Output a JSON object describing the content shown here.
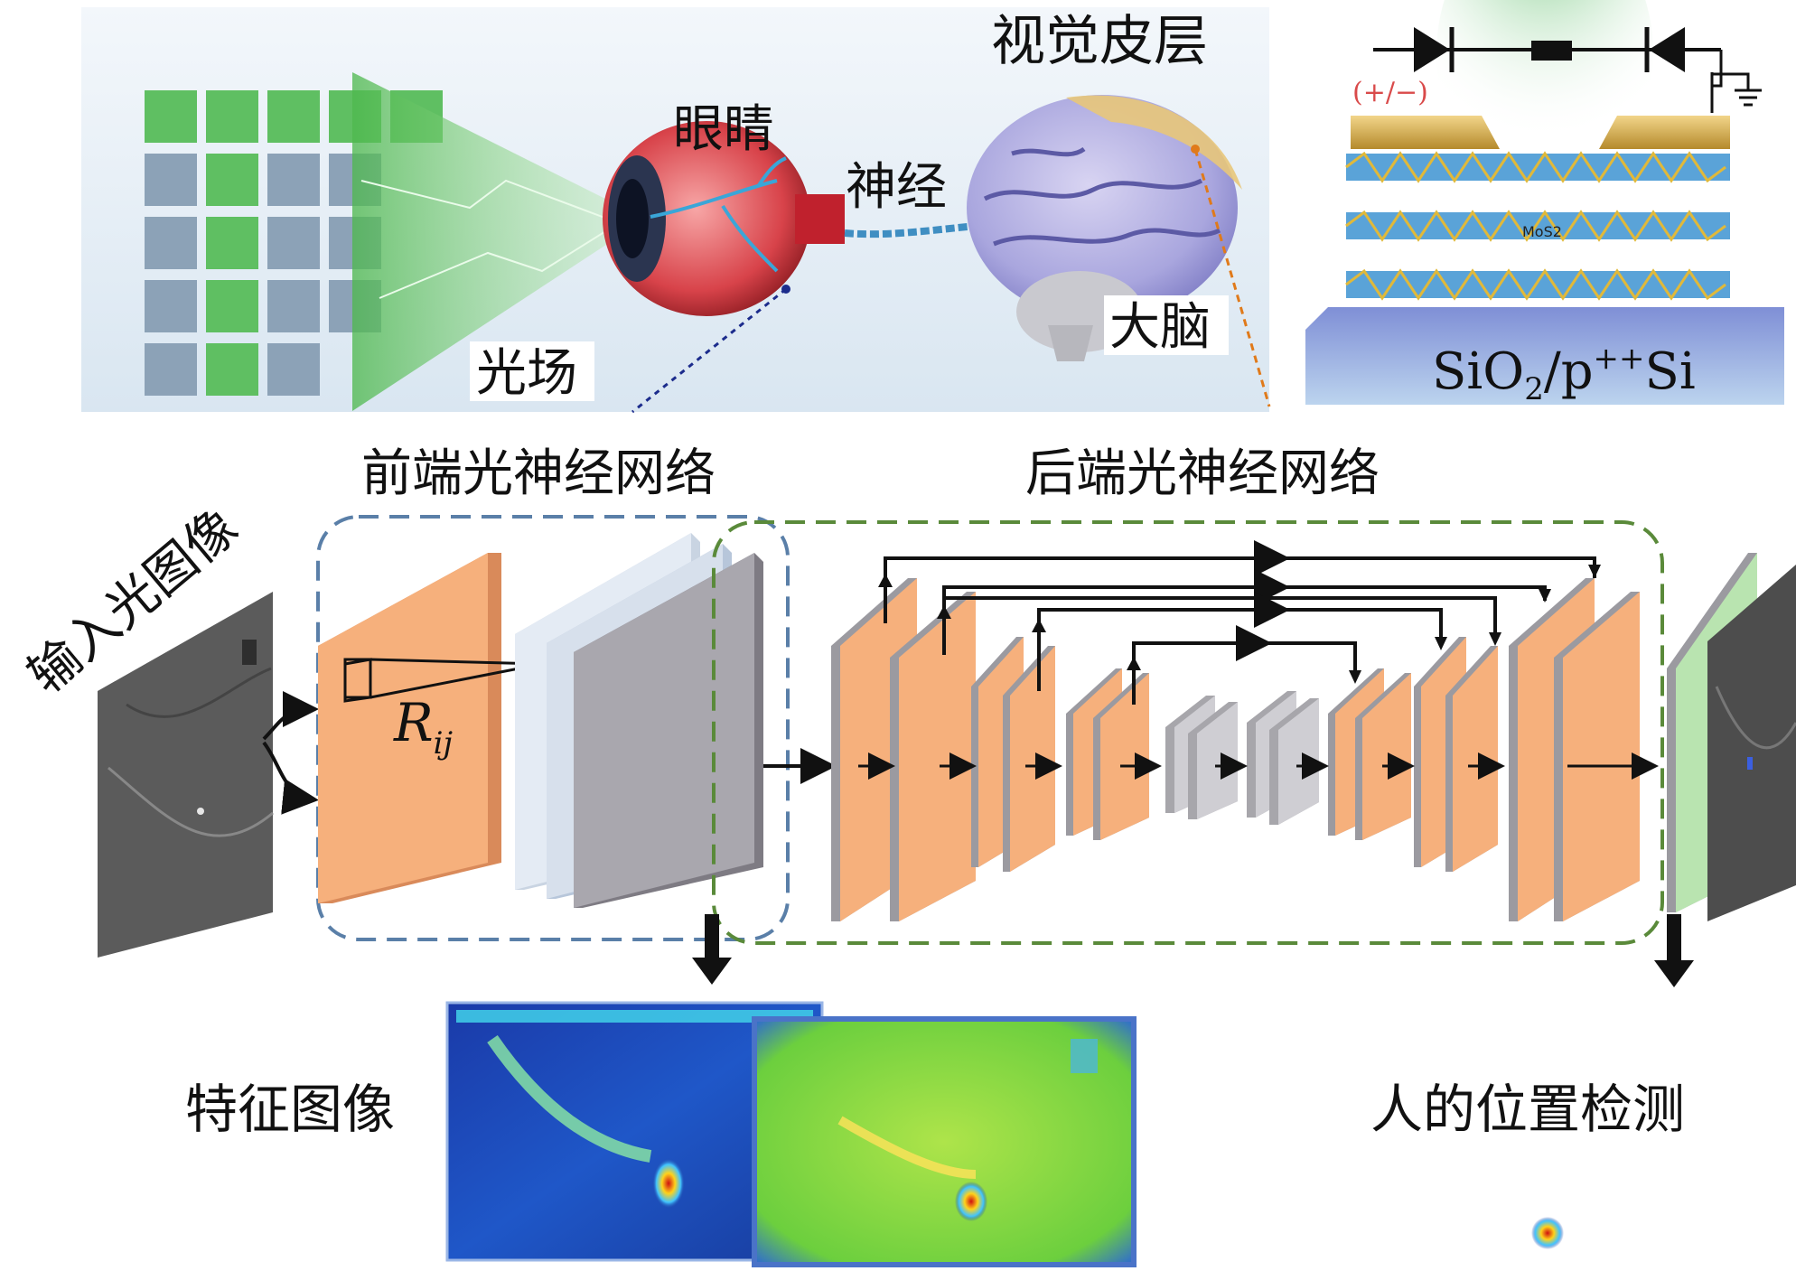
{
  "top": {
    "light_field_label": "光场",
    "eye_label": "眼睛",
    "nerve_label": "神经",
    "visual_cortex_label": "视觉皮层",
    "brain_label": "大脑",
    "device": {
      "bias_label": "(+/−)",
      "material_label": "MoS2",
      "substrate_label_main": "SiO",
      "substrate_sub": "2",
      "substrate_mid": "/p",
      "substrate_sup": "++",
      "substrate_end": "Si"
    }
  },
  "network": {
    "input_label": "输入光图像",
    "frontend_label": "前端光神经网络",
    "backend_label": "后端光神经网络",
    "kernel_label_main": "R",
    "kernel_label_sub": "ij",
    "feature_label": "特征图像",
    "output_label": "人的位置检测"
  },
  "colors": {
    "frontend_border": "#5a7fa8",
    "backend_border": "#5a8a3a",
    "orange_layer": "#f6b07c",
    "gray_layer": "#a9a7ae"
  }
}
